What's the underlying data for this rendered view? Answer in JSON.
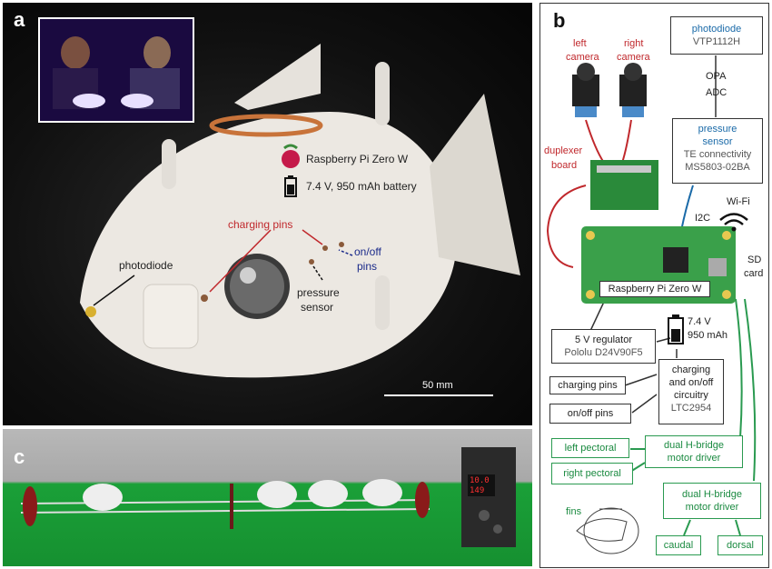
{
  "panel_a": {
    "letter": "a",
    "labels": {
      "pi": "Raspberry Pi Zero W",
      "battery": "7.4 V, 950 mAh battery",
      "charging_pins": "charging pins",
      "onoff": "on/off",
      "onoff2": "pins",
      "photodiode": "photodiode",
      "pressure": "pressure",
      "pressure2": "sensor",
      "scale": "50 mm"
    }
  },
  "panel_b": {
    "letter": "b",
    "photodiode_title": "photodiode",
    "photodiode_part": "VTP1112H",
    "opa": "OPA",
    "adc": "ADC",
    "left_camera": "left",
    "left_camera2": "camera",
    "right_camera": "right",
    "right_camera2": "camera",
    "pressure_title": "pressure",
    "pressure_title2": "sensor",
    "pressure_part1": "TE connectivity",
    "pressure_part2": "MS5803-02BA",
    "duplexer": "duplexer",
    "duplexer2": "board",
    "i2c": "I2C",
    "wifi": "Wi-Fi",
    "sd": "SD",
    "sd2": "card",
    "pi": "Raspberry Pi Zero W",
    "regulator": "5 V regulator",
    "regulator_part": "Pololu D24V90F5",
    "battery_v": "7.4 V",
    "battery_cap": "950 mAh",
    "charging_pins": "charging pins",
    "onoff_pins": "on/off pins",
    "circuit1": "charging",
    "circuit2": "and on/off",
    "circuit3": "circuitry",
    "circuit4": "LTC2954",
    "left_pectoral": "left pectoral",
    "right_pectoral": "right pectoral",
    "hbridge1": "dual H-bridge",
    "hbridge1b": "motor driver",
    "hbridge2": "dual H-bridge",
    "hbridge2b": "motor driver",
    "fins": "fins",
    "caudal": "caudal",
    "dorsal": "dorsal"
  },
  "panel_c": {
    "letter": "c",
    "display1": "10.0",
    "display2": "149"
  },
  "colors": {
    "red": "#c0282c",
    "blue": "#1a6aa8",
    "green": "#2a9a50",
    "navy": "#1a2a8a"
  }
}
